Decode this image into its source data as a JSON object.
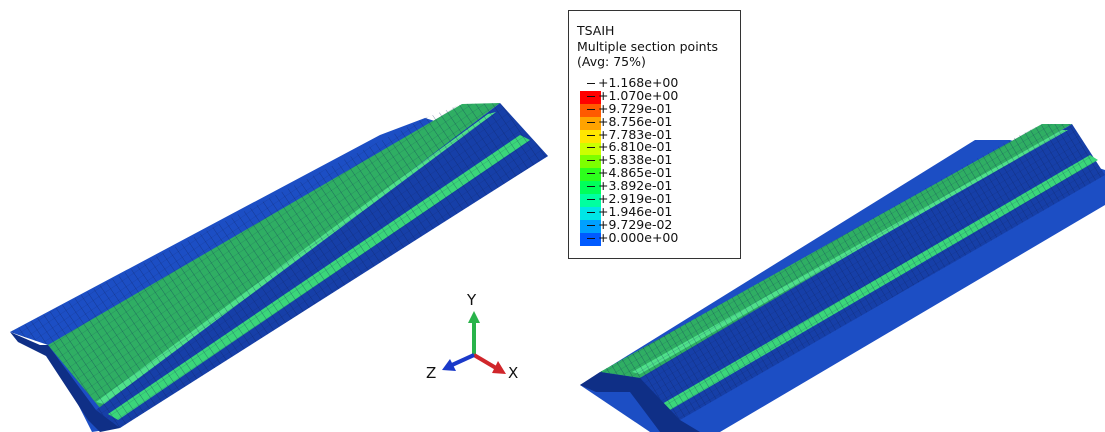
{
  "legend": {
    "variable": "TSAIH",
    "line2": "Multiple section points",
    "line3": "(Avg: 75%)",
    "values": [
      "+1.168e+00",
      "+1.070e+00",
      "+9.729e-01",
      "+8.756e-01",
      "+7.783e-01",
      "+6.810e-01",
      "+5.838e-01",
      "+4.865e-01",
      "+3.892e-01",
      "+2.919e-01",
      "+1.946e-01",
      "+9.729e-02",
      "+0.000e+00"
    ],
    "colors": [
      "#ff0000",
      "#ff5a00",
      "#ffa300",
      "#ffe600",
      "#ccff00",
      "#7dff00",
      "#2dff1c",
      "#00ff5a",
      "#00ffa0",
      "#00e6e6",
      "#00a0ff",
      "#005aff",
      "#0000ff"
    ]
  },
  "triad": {
    "y_label": "Y",
    "x_label": "X",
    "z_label": "Z"
  },
  "colors": {
    "base_blue": "#1c4ec4",
    "dark_blue": "#0f2f86",
    "green": "#33cc66",
    "mesh_line": "#0b1e55"
  }
}
